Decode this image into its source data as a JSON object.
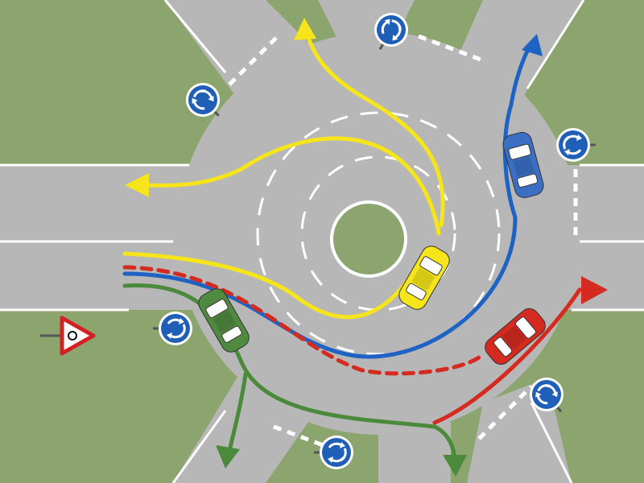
{
  "colors": {
    "grass": "#8ca56f",
    "road": "#b7b7b7",
    "marking": "#ffffff",
    "sign_blue": "#1f5fb8",
    "yield_red": "#d42020"
  },
  "vehicles": [
    {
      "name": "yellow-car",
      "color": "#f5e51a",
      "route_color": "#f5e51a"
    },
    {
      "name": "blue-car",
      "color": "#3b6fc4",
      "route_color": "#1e63c4"
    },
    {
      "name": "red-car",
      "color": "#d42a1f",
      "route_color": "#d42a1f"
    },
    {
      "name": "green-car",
      "color": "#4f8a3e",
      "route_color": "#4a8a3a"
    }
  ],
  "signs": {
    "roundabout_sign_icon": "roundabout-icon",
    "yield_sign_icon": "yield-roundabout-icon"
  }
}
